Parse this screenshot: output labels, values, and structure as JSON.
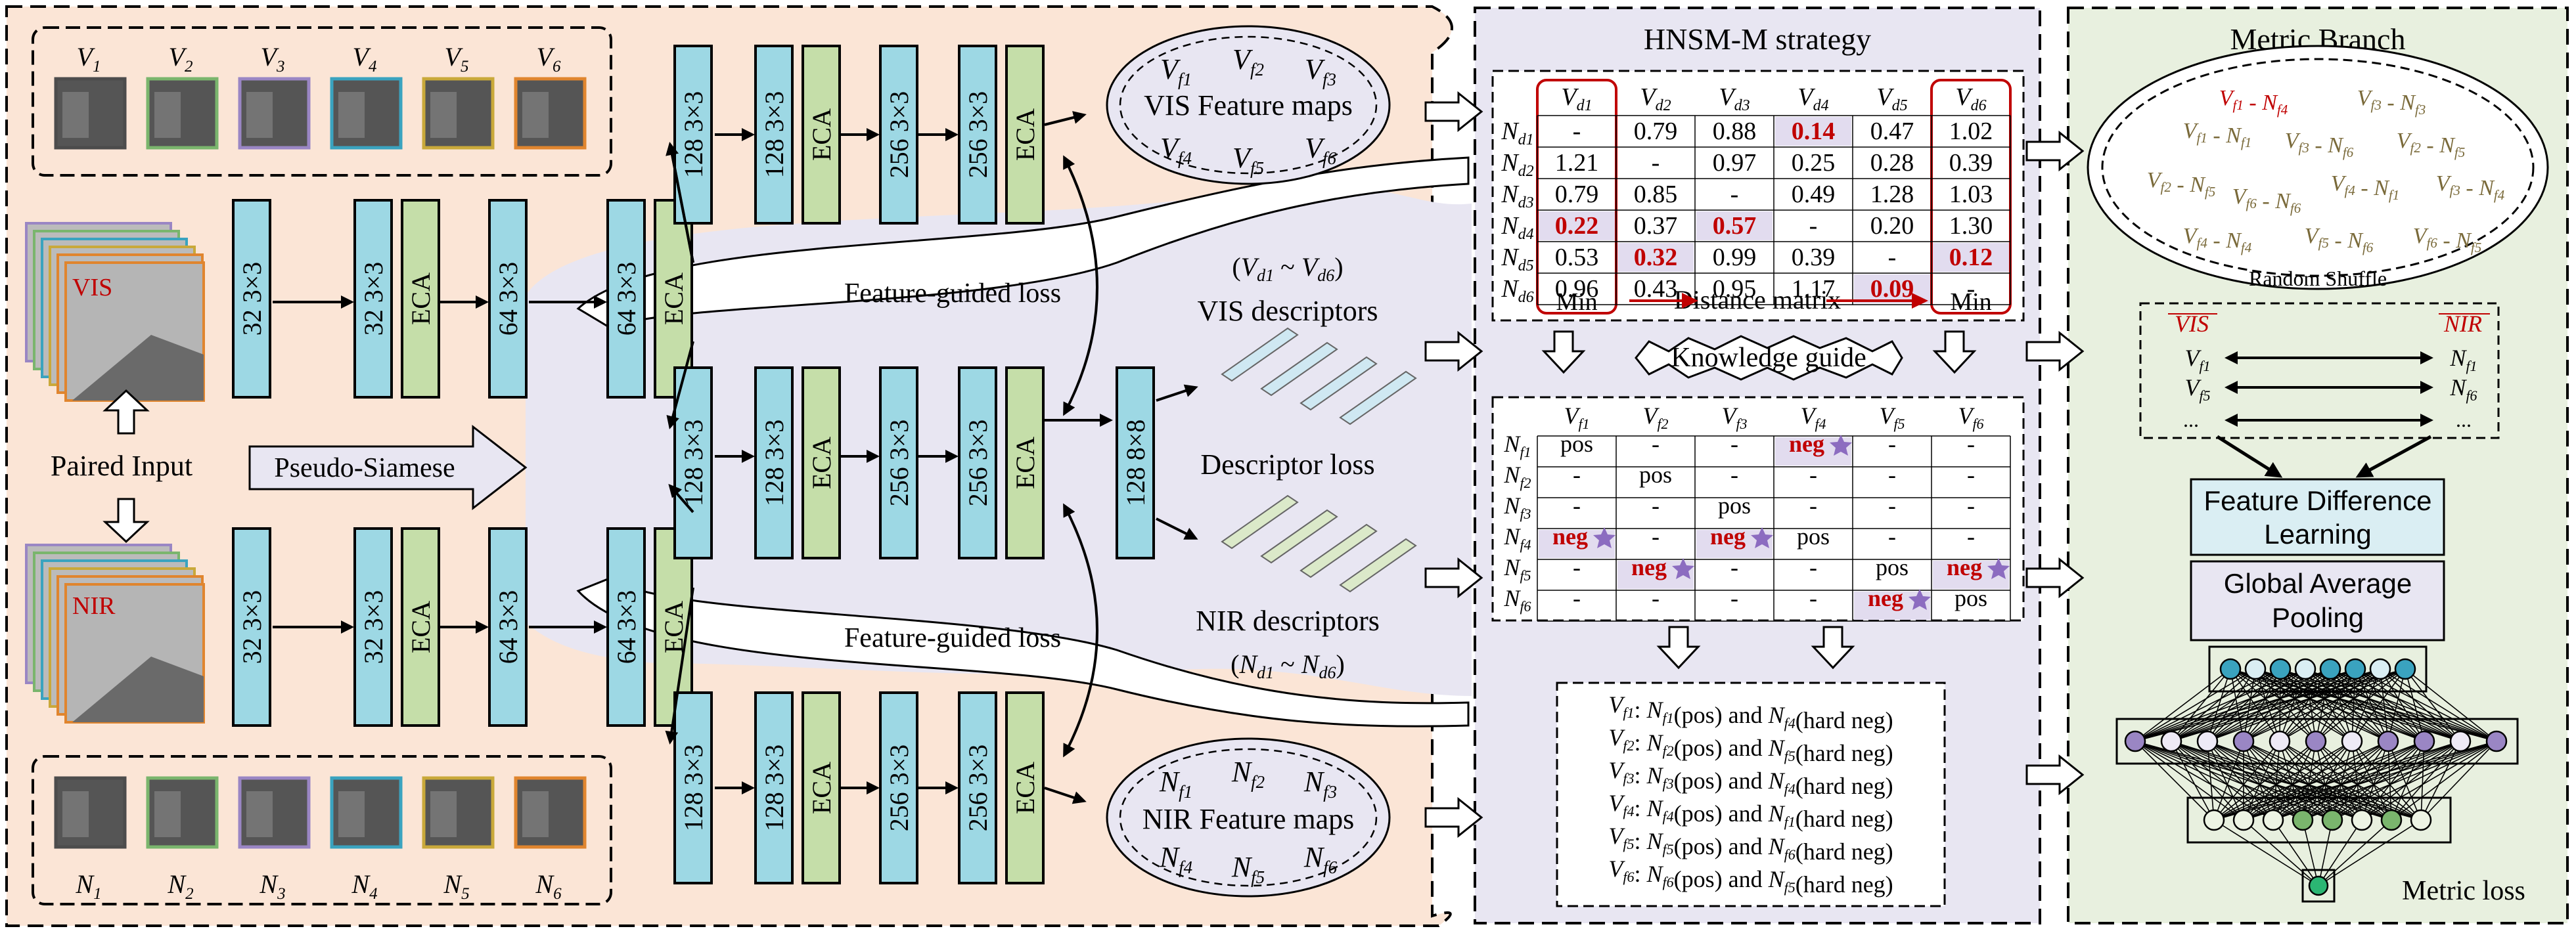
{
  "title": "HNSM-M strategy",
  "metric": {
    "title": "Metric Branch",
    "shuffle": "Random Shuffle",
    "vis": "VIS",
    "nir": "NIR",
    "fdl": [
      "Feature Difference",
      "Learning"
    ],
    "gap": [
      "Global Average",
      "Pooling"
    ],
    "loss": "Metric loss"
  },
  "inputs": {
    "vis_label": "VIS",
    "nir_label": "NIR",
    "paired": "Paired Input",
    "pseudo": "Pseudo-Siamese",
    "v_thumbs": [
      {
        "label": "V",
        "sub": "1",
        "color": "#4c4c4c"
      },
      {
        "label": "V",
        "sub": "2",
        "color": "#7ab56d"
      },
      {
        "label": "V",
        "sub": "3",
        "color": "#9a86c4"
      },
      {
        "label": "V",
        "sub": "4",
        "color": "#3aa3bf"
      },
      {
        "label": "V",
        "sub": "5",
        "color": "#c9a93a"
      },
      {
        "label": "V",
        "sub": "6",
        "color": "#e0852e"
      }
    ],
    "n_thumbs": [
      {
        "label": "N",
        "sub": "1",
        "color": "#4c4c4c"
      },
      {
        "label": "N",
        "sub": "2",
        "color": "#7ab56d"
      },
      {
        "label": "N",
        "sub": "3",
        "color": "#9a86c4"
      },
      {
        "label": "N",
        "sub": "4",
        "color": "#3aa3bf"
      },
      {
        "label": "N",
        "sub": "5",
        "color": "#c9a93a"
      },
      {
        "label": "N",
        "sub": "6",
        "color": "#e0852e"
      }
    ]
  },
  "blocks": {
    "c32": "32 3×3",
    "c64": "64 3×3",
    "c128": "128 3×3",
    "c256": "256 3×3",
    "c128x8": "128 8×8",
    "eca": "ECA"
  },
  "features": {
    "vis_maps": "VIS Feature maps",
    "nir_maps": "NIR Feature maps",
    "vis_items": [
      "f1",
      "f2",
      "f3",
      "f4",
      "f5",
      "f6"
    ],
    "fg_loss": "Feature-guided loss",
    "vis_desc": "VIS descriptors",
    "nir_desc": "NIR descriptors",
    "desc_loss": "Descriptor loss",
    "vis_range": "(V",
    "nir_range": "(N"
  },
  "matrix": {
    "col_label": "V",
    "row_label": "N",
    "idx": [
      "d1",
      "d2",
      "d3",
      "d4",
      "d5",
      "d6"
    ],
    "rows": [
      [
        "-",
        "0.79",
        "0.88",
        "0.14",
        "0.47",
        "1.02"
      ],
      [
        "1.21",
        "-",
        "0.97",
        "0.25",
        "0.28",
        "0.39"
      ],
      [
        "0.79",
        "0.85",
        "-",
        "0.49",
        "1.28",
        "1.03"
      ],
      [
        "0.22",
        "0.37",
        "0.57",
        "-",
        "0.20",
        "1.30"
      ],
      [
        "0.53",
        "0.32",
        "0.99",
        "0.39",
        "-",
        "0.12"
      ],
      [
        "0.96",
        "0.43",
        "0.95",
        "1.17",
        "0.09",
        "-"
      ]
    ],
    "highlight": [
      [
        0,
        3
      ],
      [
        3,
        0
      ],
      [
        3,
        2
      ],
      [
        4,
        1
      ],
      [
        4,
        5
      ],
      [
        5,
        4
      ]
    ],
    "min": "Min",
    "dist": "Distance matrix",
    "knowledge": "Knowledge guide"
  },
  "posneg": {
    "col_label": "V",
    "row_label": "N",
    "idx": [
      "f1",
      "f2",
      "f3",
      "f4",
      "f5",
      "f6"
    ],
    "rows": [
      [
        "pos",
        "-",
        "-",
        "neg",
        "-",
        "-"
      ],
      [
        "-",
        "pos",
        "-",
        "-",
        "-",
        "-"
      ],
      [
        "-",
        "-",
        "pos",
        "-",
        "-",
        "-"
      ],
      [
        "neg",
        "-",
        "neg",
        "pos",
        "-",
        "-"
      ],
      [
        "-",
        "neg",
        "-",
        "-",
        "pos",
        "neg"
      ],
      [
        "-",
        "-",
        "-",
        "-",
        "neg",
        "pos"
      ]
    ]
  },
  "summary": [
    {
      "v": "f1",
      "p": "f1",
      "n": "f4",
      "t1": "(pos) and ",
      "t2": "(hard neg)"
    },
    {
      "v": "f2",
      "p": "f2",
      "n": "f5",
      "t1": "(pos) and ",
      "t2": "(hard neg)"
    },
    {
      "v": "f3",
      "p": "f3",
      "n": "f4",
      "t1": "(pos) and ",
      "t2": "(hard neg)"
    },
    {
      "v": "f4",
      "p": "f4",
      "n": "f1",
      "t1": "(pos) and ",
      "t2": "(hard neg)"
    },
    {
      "v": "f5",
      "p": "f5",
      "n": "f6",
      "t1": "(pos) and ",
      "t2": "(hard neg)"
    },
    {
      "v": "f6",
      "p": "f6",
      "n": "f5",
      "t1": "(pos) and ",
      "t2": "(hard neg)"
    }
  ],
  "colors": {
    "left_bg": "#fbe5d6",
    "mid_bg": "#e8e6f2",
    "right_bg": "#e8f0df",
    "conv": "#9dd8e4",
    "eca": "#c5dea9",
    "red": "#c00000",
    "star": "#8c6cc0",
    "node_blue": "#3aa3bf",
    "node_purple": "#9a86c4",
    "node_green": "#7ab56d"
  }
}
